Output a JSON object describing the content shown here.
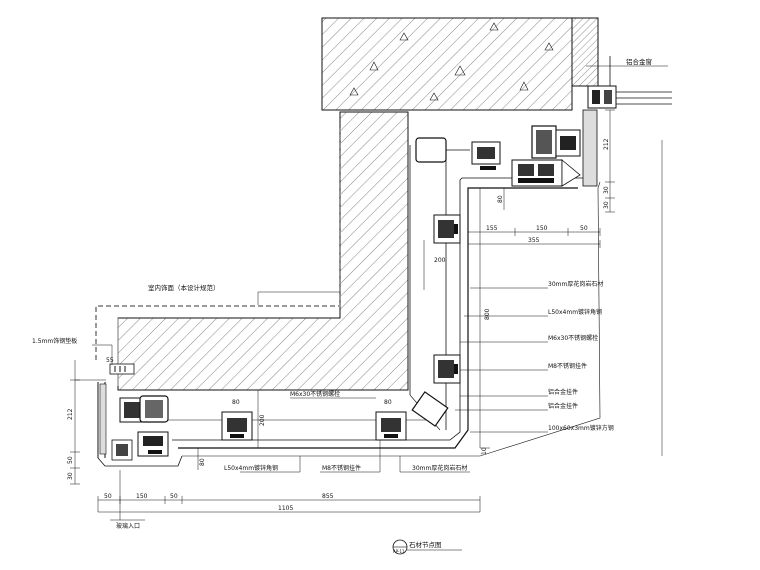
{
  "callouts": {
    "aluminum_window": "铝合金窗",
    "outer_decoration": "室内饰面（本设计规范）",
    "stainless_plate_left": "1.5mm饰钢垫板",
    "stone_30": "30mm厚花岗岩石材",
    "steel_angle": "L50x4mm镀锌角钢",
    "bolt_m6": "M6x30不锈钢螺栓",
    "bolt_m8": "M8不锈钢挂件",
    "alu_connector": "铝合金挂件",
    "alu_hanger": "铝合金挂件",
    "steel_tube": "100x60x3mm镀锌方钢",
    "angle_bottom": "L50x4mm镀锌角钢",
    "bolt_bottom_m6": "M6x30不锈钢螺栓",
    "bolt_bottom_m8": "M8不锈钢挂件",
    "stone_bottom": "30mm厚花岗岩石材",
    "bottom_left_note": "玻璃入口"
  },
  "dimensions": {
    "right_212": "212",
    "right_30": "30",
    "right_30b": "30",
    "d_80_top": "80",
    "d_155": "155",
    "d_150_top": "150",
    "d_50_top": "50",
    "d_355": "355",
    "d_200_top": "200",
    "d_800": "800",
    "d_10_right": "10",
    "left_55": "55",
    "left_212": "212",
    "left_50": "50",
    "left_30": "30",
    "left_80a": "80",
    "left_80b": "80",
    "d_200_mid": "200",
    "d_80_low": "80",
    "bot_50a": "50",
    "bot_150": "150",
    "bot_50b": "50",
    "bot_855": "855",
    "bot_1105": "1105"
  },
  "title": {
    "number": "AP-11",
    "text": "石材节点图"
  }
}
